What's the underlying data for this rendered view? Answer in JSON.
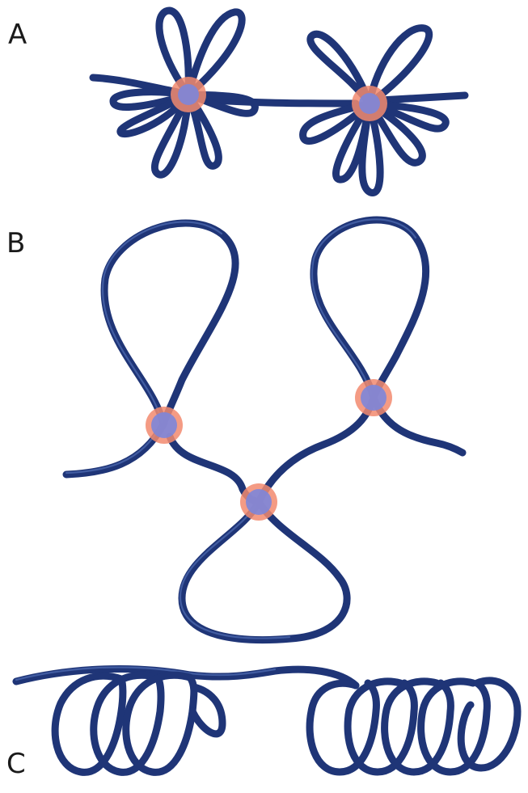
{
  "panels": [
    {
      "id": "A",
      "label": "A"
    },
    {
      "id": "B",
      "label": "B"
    },
    {
      "id": "C",
      "label": "C"
    }
  ],
  "colors": {
    "fiber": "#1f3577",
    "fiber_highlight": "#5d7cc4",
    "anchor_halo": "#f28a6e",
    "anchor_core": "#7d86d9",
    "background": "#ffffff"
  }
}
